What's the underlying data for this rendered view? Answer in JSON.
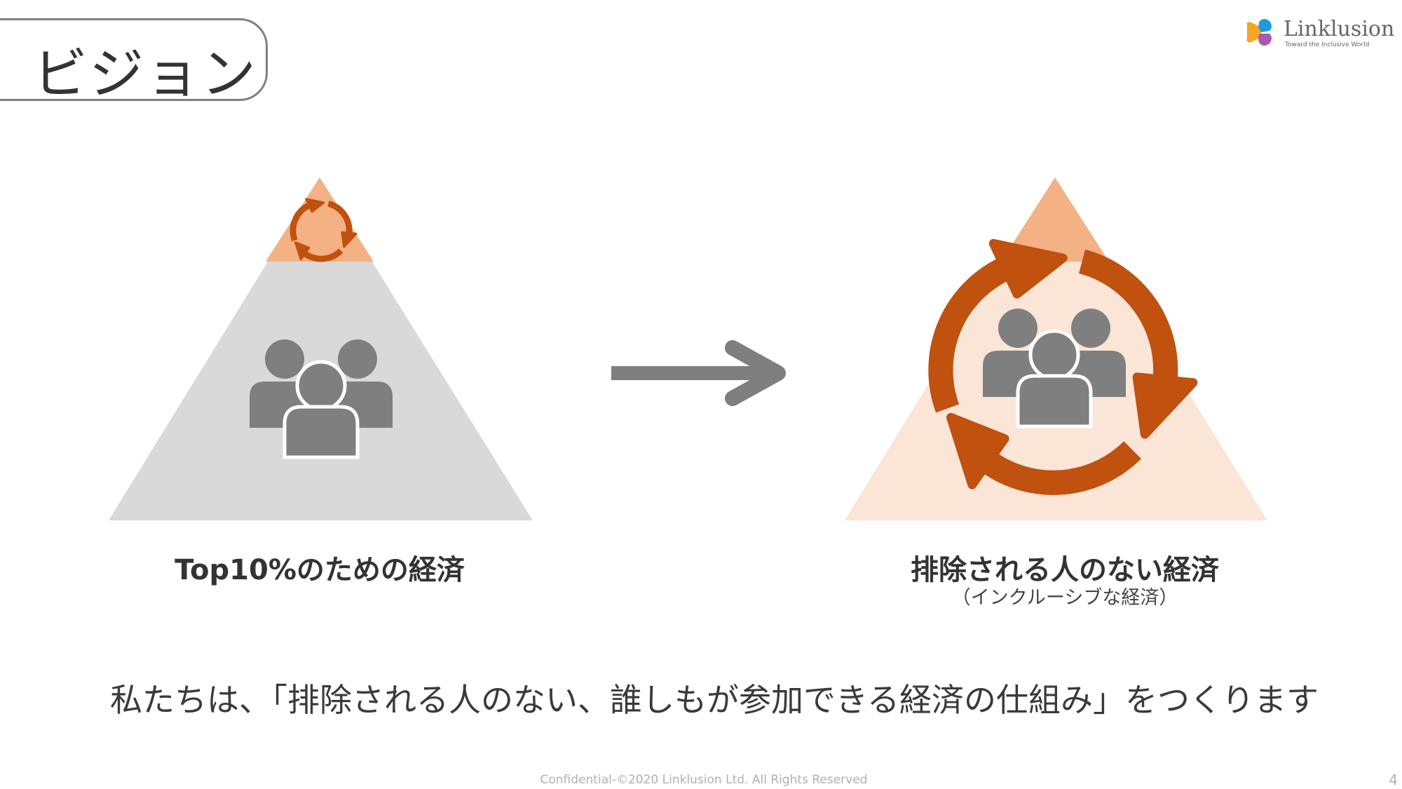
{
  "title": "ビジョン",
  "logo": {
    "name": "Linklusion",
    "tagline": "Toward the Inclusive World"
  },
  "left": {
    "label": "Top10%のための経済"
  },
  "right": {
    "label": "排除される人のない経済",
    "sublabel": "（インクルーシブな経済）"
  },
  "message": "私たちは、「排除される人のない、誰しもが参加できる経済の仕組み」をつくります",
  "footer": {
    "text": "Confidential-©2020 Linklusion Ltd. All Rights Reserved",
    "page": "4"
  },
  "colors": {
    "accent": "#c0510f",
    "peach": "#f4b183",
    "light_peach": "#fbe5d6",
    "gray": "#d9d9d9",
    "icon_gray": "#7f7f7f"
  }
}
